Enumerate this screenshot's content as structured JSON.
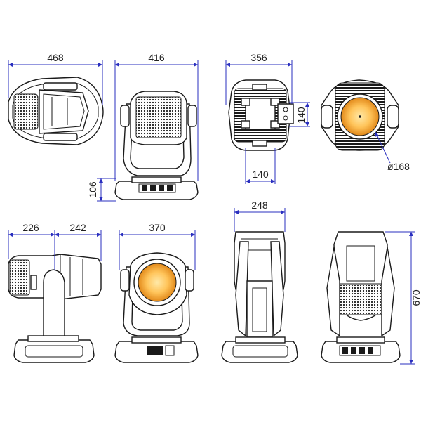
{
  "dimensions": {
    "top_width": "468",
    "front_width": "416",
    "back_width": "356",
    "back_mount_h": "140",
    "back_mount_v": "140",
    "lens_diameter": "ø168",
    "base_height": "106",
    "side_left": "226",
    "side_right": "242",
    "front_lens_width": "370",
    "profile_width": "248",
    "total_height": "670"
  },
  "colors": {
    "dimension_line": "#2a2fbf",
    "outline": "#1a1a1a",
    "lens_center": "#ffd27a",
    "lens_edge": "#e59a1f"
  }
}
